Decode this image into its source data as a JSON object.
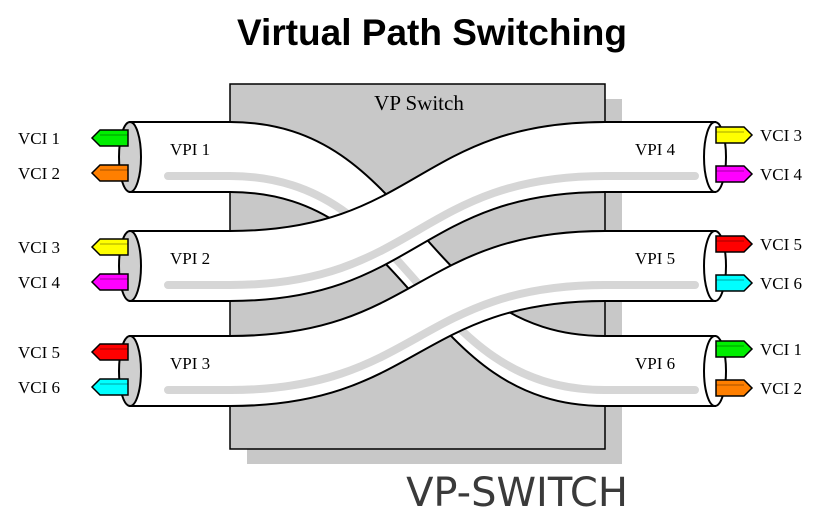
{
  "title": "Virtual Path Switching",
  "caption": "VP-SWITCH",
  "switch": {
    "label": "VP Switch",
    "color": "#c8c8c8",
    "shadow_color": "#c8c8c8"
  },
  "cable_color": "#ffffff",
  "paths": [
    {
      "vpi_in": "VPI 1",
      "vpi_out": "VPI 6",
      "in_row": 0,
      "out_row": 2
    },
    {
      "vpi_in": "VPI 2",
      "vpi_out": "VPI 4",
      "in_row": 1,
      "out_row": 0
    },
    {
      "vpi_in": "VPI 3",
      "vpi_out": "VPI 5",
      "in_row": 2,
      "out_row": 1
    }
  ],
  "inputs": [
    {
      "vpi": "VPI 1",
      "channels": [
        {
          "label": "VCI 1",
          "color": "#00ee00"
        },
        {
          "label": "VCI 2",
          "color": "#ff7f00"
        }
      ]
    },
    {
      "vpi": "VPI 2",
      "channels": [
        {
          "label": "VCI 3",
          "color": "#ffff00"
        },
        {
          "label": "VCI 4",
          "color": "#ff00ff"
        }
      ]
    },
    {
      "vpi": "VPI 3",
      "channels": [
        {
          "label": "VCI 5",
          "color": "#ff0000"
        },
        {
          "label": "VCI 6",
          "color": "#00ffff"
        }
      ]
    }
  ],
  "outputs": [
    {
      "vpi": "VPI 4",
      "channels": [
        {
          "label": "VCI 3",
          "color": "#ffff00"
        },
        {
          "label": "VCI 4",
          "color": "#ff00ff"
        }
      ]
    },
    {
      "vpi": "VPI 5",
      "channels": [
        {
          "label": "VCI 5",
          "color": "#ff0000"
        },
        {
          "label": "VCI 6",
          "color": "#00ffff"
        }
      ]
    },
    {
      "vpi": "VPI 6",
      "channels": [
        {
          "label": "VCI 1",
          "color": "#00ee00"
        },
        {
          "label": "VCI 2",
          "color": "#ff7f00"
        }
      ]
    }
  ]
}
